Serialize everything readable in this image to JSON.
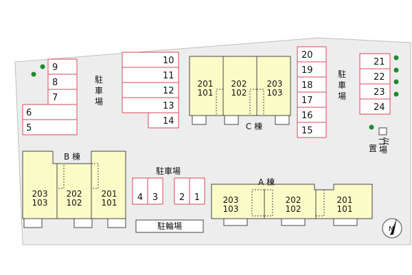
{
  "colors": {
    "lot": "#ededed",
    "parking_border": "#d9455a",
    "building_fill": "#fbfbc8",
    "tree": "#1f8a2a"
  },
  "labels": {
    "parking": "駐車場",
    "bicycle_parking": "駐輪場",
    "garbage_station": "ゴミ置場",
    "building_a": "A 棟",
    "building_b": "B 棟",
    "building_c": "C 棟"
  },
  "parking_slots": {
    "left": [
      "9",
      "8",
      "7",
      "6",
      "5"
    ],
    "center": [
      "10",
      "11",
      "12",
      "13",
      "14"
    ],
    "right_column": [
      "20",
      "19",
      "18",
      "17",
      "16",
      "15"
    ],
    "far_right": [
      "21",
      "22",
      "23",
      "24"
    ],
    "middle": [
      "4",
      "3",
      "2",
      "1"
    ]
  },
  "buildings": {
    "c": [
      {
        "upper": "201",
        "lower": "101"
      },
      {
        "upper": "202",
        "lower": "102"
      },
      {
        "upper": "203",
        "lower": "103"
      }
    ],
    "b": [
      {
        "upper": "203",
        "lower": "103"
      },
      {
        "upper": "202",
        "lower": "102"
      },
      {
        "upper": "201",
        "lower": "101"
      }
    ],
    "a": [
      {
        "upper": "203",
        "lower": "103"
      },
      {
        "upper": "202",
        "lower": "102"
      },
      {
        "upper": "201",
        "lower": "101"
      }
    ]
  },
  "compass": {
    "north_label": "N",
    "direction": "north-icon"
  }
}
